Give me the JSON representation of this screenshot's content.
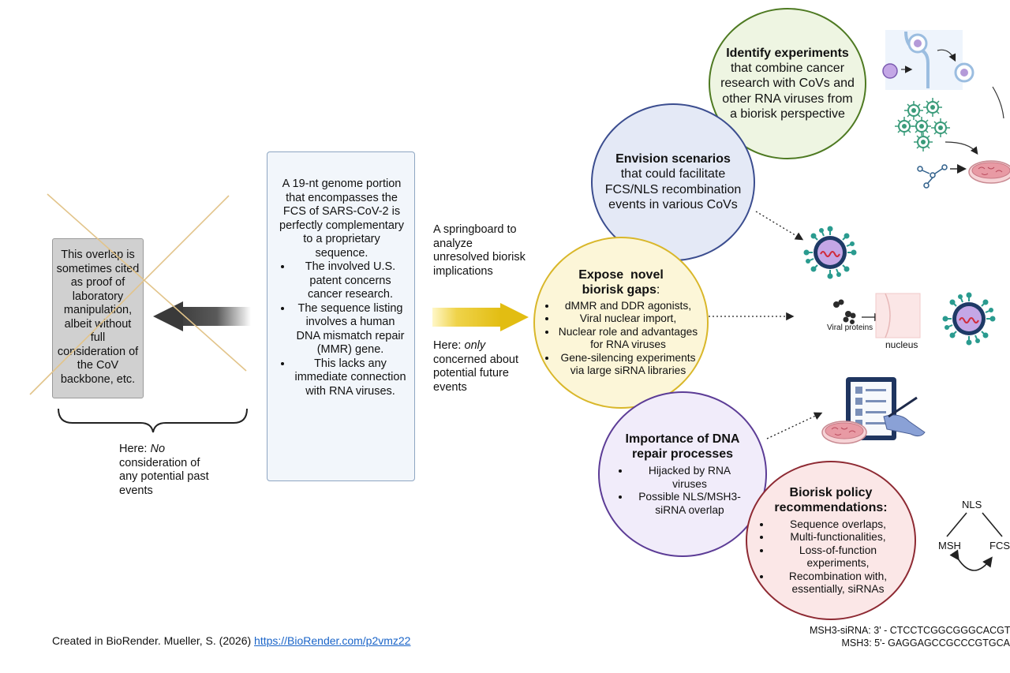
{
  "past_box": {
    "text": "This overlap is sometimes cited as proof of laboratory manipulation, albeit without full consideration of the CoV backbone, etc."
  },
  "past_caption": {
    "prefix": "Here: ",
    "emphasis": "No",
    "rest": "consideration of any potential past events"
  },
  "center_box": {
    "intro": "A 19-nt genome portion that encompasses the FCS of SARS-CoV-2 is perfectly complementary to a proprietary sequence.",
    "bullets": [
      "The involved U.S. patent concerns cancer research.",
      "The sequence listing involves a human DNA mismatch repair (MMR) gene.",
      "This lacks any immediate connection with RNA viruses."
    ]
  },
  "springboard_text": "A springboard to analyze unresolved biorisk implications",
  "future_caption": {
    "prefix": "Here: ",
    "emphasis": "only",
    "rest": "concerned about potential future events"
  },
  "circles": {
    "identify": {
      "title": "Identify experiments",
      "body": "that combine cancer research with CoVs and other RNA viruses from a biorisk perspective",
      "fill": "#eef5e2",
      "stroke": "#4e7a22"
    },
    "envision": {
      "title": "Envision scenarios",
      "body": "that could facilitate FCS/NLS recombination events in various CoVs",
      "fill": "#e4e9f6",
      "stroke": "#3b4d8f"
    },
    "expose": {
      "title": "Expose  novel",
      "title2": "biorisk gaps",
      "title_suffix": ":",
      "bullets": [
        "dMMR and DDR agonists,",
        "Viral nuclear import,",
        "Nuclear role and advantages for RNA viruses",
        "Gene-silencing experiments via large siRNA libraries"
      ],
      "fill": "#fcf6d8",
      "stroke": "#d9b72a"
    },
    "dna_repair": {
      "title": "Importance of DNA repair processes",
      "bullets": [
        "Hijacked by RNA viruses",
        "Possible NLS/MSH3-siRNA overlap"
      ],
      "fill": "#f1ecfa",
      "stroke": "#5c3c96"
    },
    "policy": {
      "title": "Biorisk policy recommendations:",
      "bullets": [
        "Sequence overlaps,",
        "Multi-functionalities,",
        "Loss-of-function experiments,",
        "Recombination with, essentially, siRNAs"
      ],
      "fill": "#fbe7e7",
      "stroke": "#8e2a33"
    }
  },
  "labels": {
    "viral_proteins": "Viral proteins",
    "nucleus": "nucleus",
    "nls": "NLS",
    "msh": "MSH",
    "fcs": "FCS"
  },
  "sequences": {
    "sirna": "MSH3-siRNA: 3' - CTCCTCGGCGGGCACGT",
    "msh3": "MSH3: 5'- GAGGAGCCGCCCGTGCA"
  },
  "credit": {
    "text": "Created in BioRender. Mueller, S. (2026) ",
    "link": "https://BioRender.com/p2vmz22"
  },
  "colors": {
    "arrow_left": "#3a3a3a",
    "arrow_right": "#e5c21c",
    "cross": "#e2c48a",
    "virus_body": "#2a9b8f",
    "virus_core": "#c4a7e6",
    "petri": "#e89aa4",
    "nucleus_fill": "#fbe6e6"
  }
}
